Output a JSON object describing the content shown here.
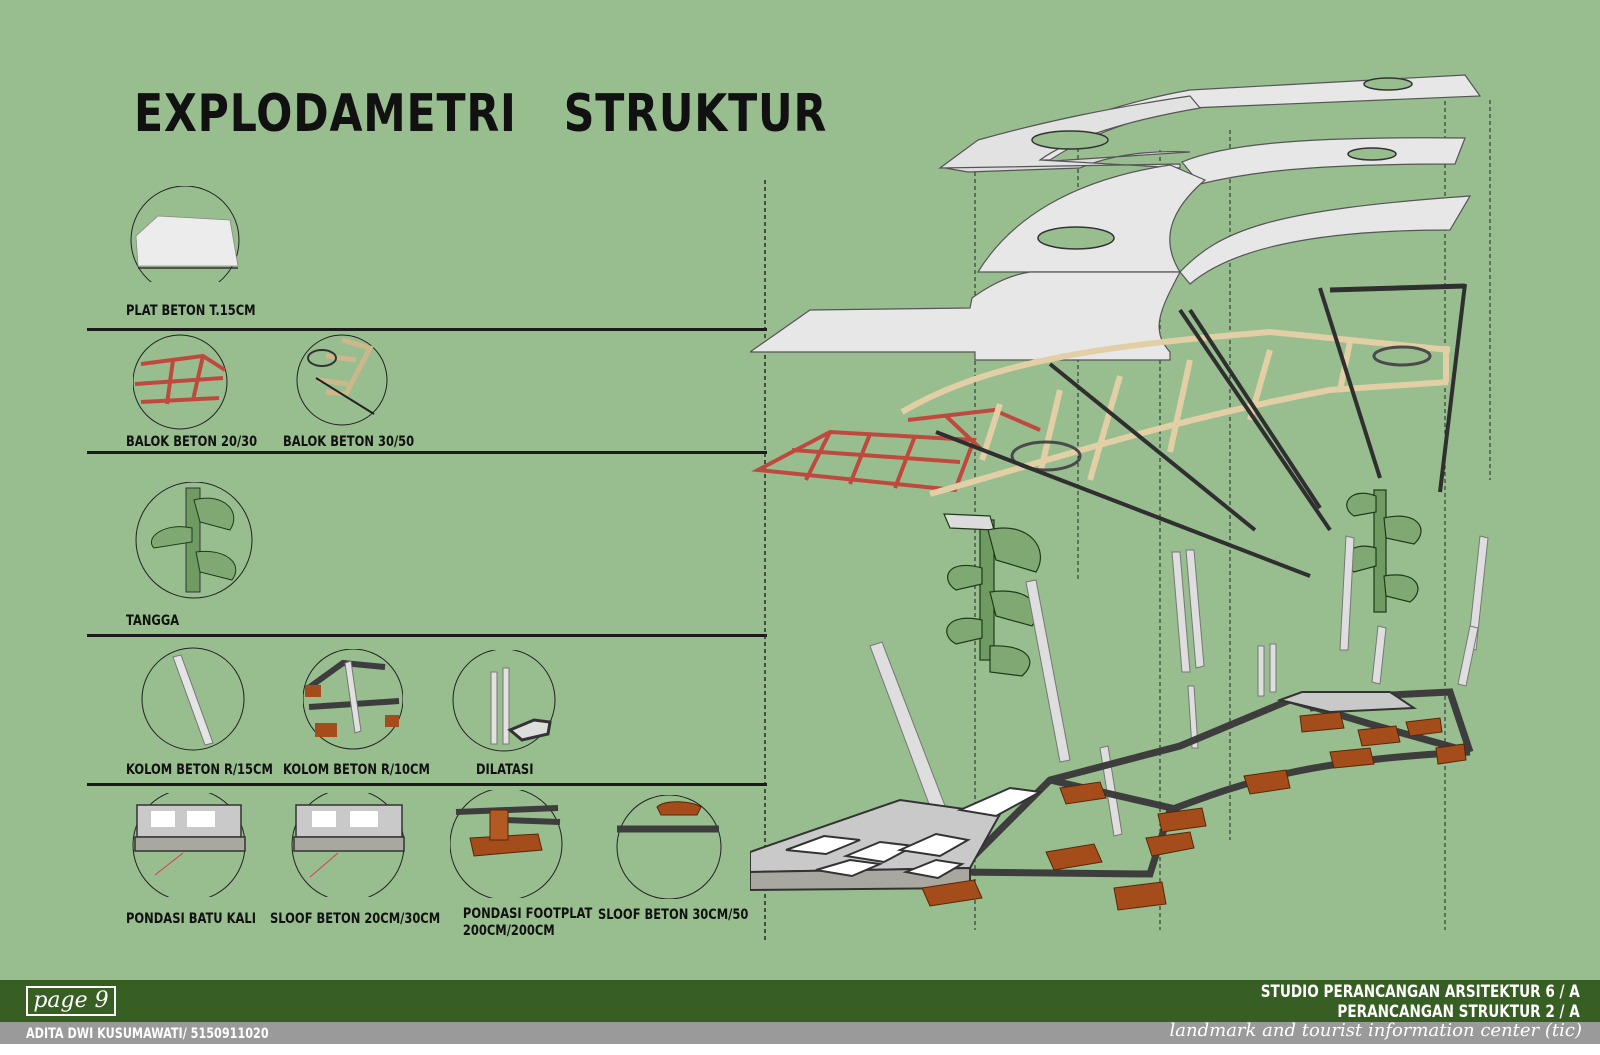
{
  "title": "EXPLODAMETRI   STRUKTUR",
  "legend": {
    "plat": "PLAT BETON T.15CM",
    "balok_2030": "BALOK BETON 20/30",
    "balok_3050": "BALOK BETON 30/50",
    "tangga": "TANGGA",
    "kolom_15": "KOLOM BETON R/15CM",
    "kolom_10": "KOLOM BETON R/10CM",
    "dilatasi": "DILATASI",
    "pondasi_batu": "PONDASI BATU KALI",
    "sloof_2030": "SLOOF BETON 20CM/30CM",
    "footplat_line1": "PONDASI  FOOTPLAT",
    "footplat_line2": "200CM/200CM",
    "sloof_3050": "SLOOF BETON 30CM/50"
  },
  "footer": {
    "page": "page 9",
    "studio_line1": "STUDIO PERANCANGAN ARSITEKTUR 6 / A",
    "studio_line2": "PERANCANGAN STRUKTUR 2 / A",
    "author": "ADITA DWI KUSUMAWATI/ 5150911020",
    "project": "landmark and tourist information center (tic)"
  },
  "colors": {
    "background": "#98bd8f",
    "footer_bar": "#375f23",
    "footer_strip": "#9a9a9a",
    "slab": "#e6e6e6",
    "beam_small": "#c0493f",
    "beam_large": "#e2cfa6",
    "column": "#d8d8d8",
    "stair": "#5f8a55",
    "sloof": "#404040",
    "footing": "#a44d1a"
  }
}
